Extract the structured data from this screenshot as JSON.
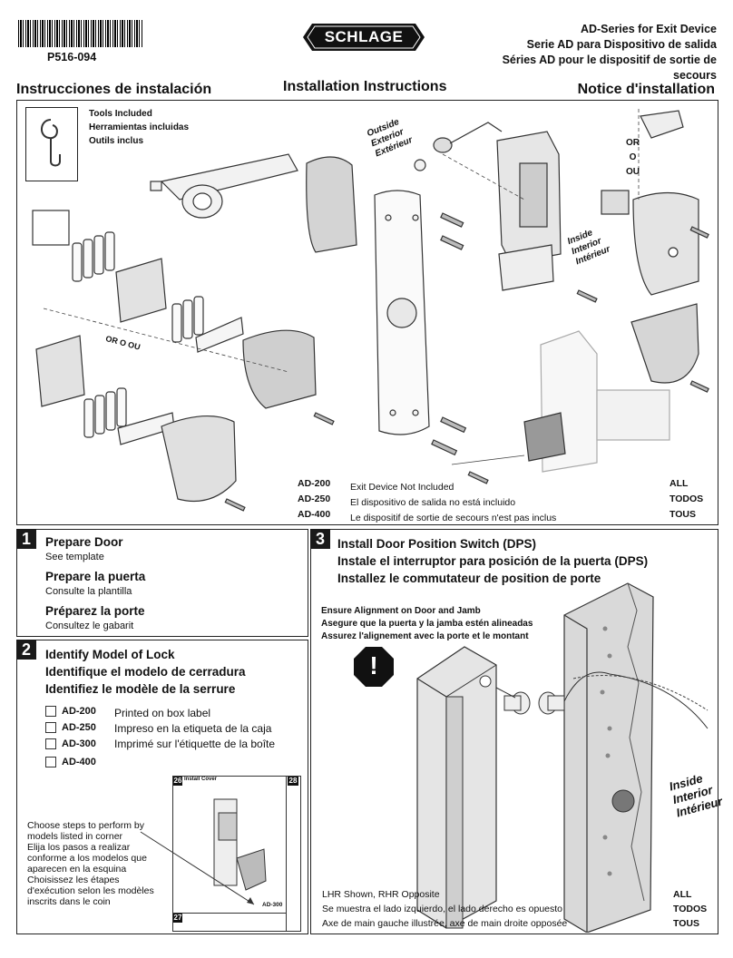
{
  "header": {
    "part_number": "P516-094",
    "brand": "SCHLAGE",
    "series_en": "AD-Series for Exit Device",
    "series_es": "Serie AD para Dispositivo de salida",
    "series_fr": "Séries AD pour le dispositif de sortie de secours",
    "title_es": "Instrucciones de instalación",
    "title_en": "Installation Instructions",
    "title_fr": "Notice d'installation"
  },
  "tools": {
    "line_en": "Tools Included",
    "line_es": "Herramientas incluidas",
    "line_fr": "Outils inclus"
  },
  "top_labels": {
    "outside": [
      "Outside",
      "Exterior",
      "Extérieur"
    ],
    "inside": [
      "Inside",
      "Interior",
      "Intérieur"
    ],
    "or": [
      "OR",
      "O",
      "OU"
    ],
    "or_inline": "OR   O   OU",
    "models": [
      "AD-200",
      "AD-250",
      "AD-400"
    ],
    "exit_device_en": "Exit Device Not Included",
    "exit_device_es": "El dispositivo de salida no está incluido",
    "exit_device_fr": "Le dispositif de sortie de secours n'est pas inclus",
    "all": [
      "ALL",
      "TODOS",
      "TOUS"
    ]
  },
  "step1": {
    "num": "1",
    "h_en": "Prepare Door",
    "s_en": "See template",
    "h_es": "Prepare la puerta",
    "s_es": "Consulte la plantilla",
    "h_fr": "Préparez la porte",
    "s_fr": "Consultez le gabarit"
  },
  "step2": {
    "num": "2",
    "h_en": "Identify Model of Lock",
    "h_es": "Identifique el modelo de cerradura",
    "h_fr": "Identifiez le modèle de la serrure",
    "models": [
      "AD-200",
      "AD-250",
      "AD-300",
      "AD-400"
    ],
    "label_en": "Printed on box label",
    "label_es": "Impreso en la etiqueta de la caja",
    "label_fr": "Imprimé sur l'étiquette de la boîte",
    "choose_en": "Choose steps to perform by models listed in corner",
    "choose_es": "Elija los pasos a realizar conforme a los modelos que aparecen en la esquina",
    "choose_fr": "Choisissez les étapes d'exécution selon les modèles inscrits dans le coin",
    "thumb_num_a": "26",
    "thumb_num_b": "28",
    "thumb_num_c": "27",
    "thumb_title": "Install Cover",
    "thumb_model": "AD-300"
  },
  "step3": {
    "num": "3",
    "h_en": "Install Door Position Switch (DPS)",
    "h_es": "Instale el interruptor para posición de la puerta (DPS)",
    "h_fr": "Installez le commutateur de position de porte",
    "align_en": "Ensure Alignment on Door and Jamb",
    "align_es": "Asegure que la puerta y la jamba estén alineadas",
    "align_fr": "Assurez l'alignement avec la porte et le montant",
    "warning_symbol": "!",
    "inside": [
      "Inside",
      "Interior",
      "Intérieur"
    ],
    "lhr_en": "LHR Shown, RHR Opposite",
    "lhr_es": "Se muestra el lado izquierdo, el lado derecho es opuesto",
    "lhr_fr": "Axe de main gauche illustrée, axe de main droite opposée",
    "all": [
      "ALL",
      "TODOS",
      "TOUS"
    ]
  }
}
